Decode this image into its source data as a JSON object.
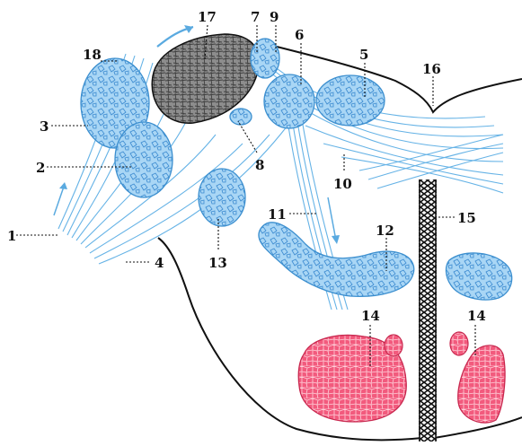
{
  "labels": {
    "l1": "1",
    "l2": "2",
    "l3": "3",
    "l4": "4",
    "l5": "5",
    "l6": "6",
    "l7": "7",
    "l8": "8",
    "l9": "9",
    "l10": "10",
    "l11": "11",
    "l12": "12",
    "l13": "13",
    "l14a": "14",
    "l14b": "14",
    "l15": "15",
    "l16": "16",
    "l17": "17",
    "l18": "18"
  },
  "colors": {
    "fiber_blue": "#66b3e6",
    "nucleus_blue": "#9fd0f2",
    "nucleus_red": "#f06a8a",
    "dark_body": "#8a8a8a",
    "outline": "#111111"
  }
}
